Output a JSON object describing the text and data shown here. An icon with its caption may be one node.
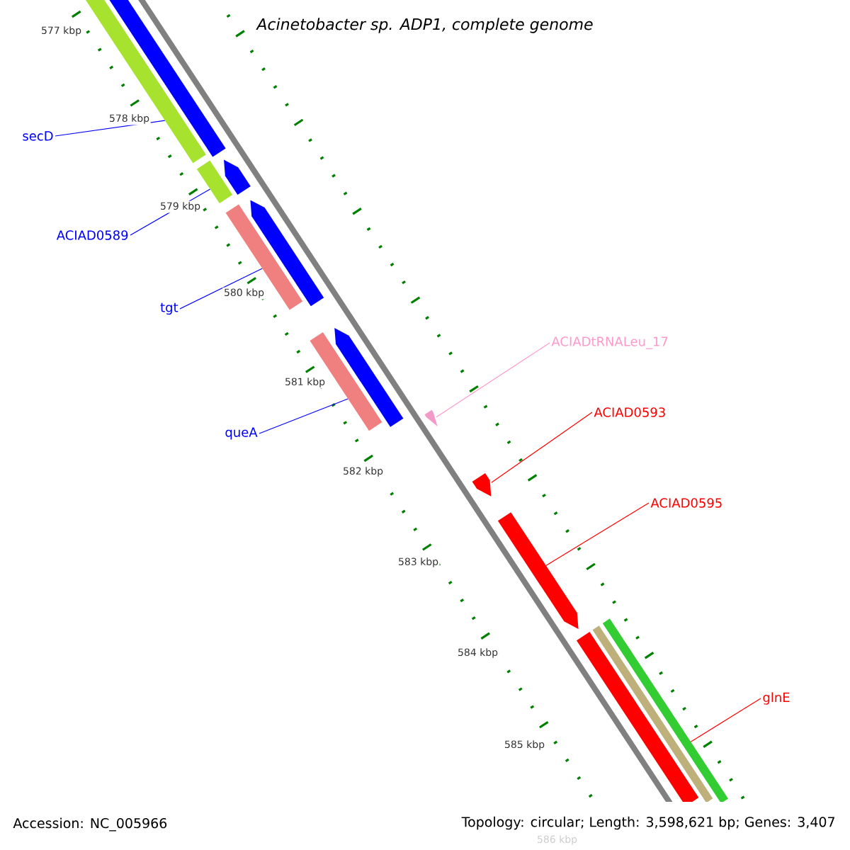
{
  "diagram": {
    "title": "Acinetobacter sp. ADP1, complete genome",
    "nodes": [
      {
        "text": [
          "secD"
        ]
      },
      {
        "text": [
          "ACIAD0589"
        ]
      },
      {
        "text": [
          "tgt"
        ]
      },
      {
        "text": [
          "queA"
        ]
      },
      {
        "text": [
          "ACIADtRNALeu_17"
        ]
      },
      {
        "text": [
          "ACIAD0593"
        ]
      },
      {
        "text": [
          "ACIAD0595"
        ]
      },
      {
        "text": [
          "glnE"
        ]
      },
      {
        "text": [],
        "shape": "bar"
      },
      {
        "text": [],
        "shape": "bar"
      },
      {
        "text": [],
        "shape": "bar"
      },
      {
        "text": [],
        "shape": "bar"
      },
      {
        "text": [],
        "shape": "arrow"
      },
      {
        "text": [],
        "shape": "arrow"
      },
      {
        "text": [],
        "shape": "arrow"
      },
      {
        "text": [],
        "shape": "bar"
      },
      {
        "text": [],
        "shape": "arrow"
      },
      {
        "text": [],
        "shape": "arrow"
      },
      {
        "text": [],
        "shape": "arrow"
      },
      {
        "text": [],
        "shape": "arrow"
      },
      {
        "text": [],
        "shape": "bar"
      },
      {
        "text": [],
        "shape": "bar"
      }
    ],
    "edges": [
      {
        "from": 0,
        "to": 8,
        "arrow": "none"
      },
      {
        "from": 1,
        "to": 9,
        "arrow": "none"
      },
      {
        "from": 2,
        "to": 10,
        "arrow": "none"
      },
      {
        "from": 3,
        "to": 11,
        "arrow": "none"
      },
      {
        "from": 4,
        "to": 12,
        "arrow": "none",
        "color": "#ff99cc"
      },
      {
        "from": 5,
        "to": 13,
        "arrow": "none",
        "color": "#ff0000"
      },
      {
        "from": 6,
        "to": 14,
        "arrow": "none",
        "color": "#ff0000"
      },
      {
        "from": 7,
        "to": 15,
        "arrow": "none",
        "color": "#ff0000"
      }
    ],
    "labels": [
      "577 kbp",
      "578 kbp",
      "579 kbp",
      "580 kbp",
      "581 kbp",
      "582 kbp",
      "583 kbp",
      "584 kbp",
      "585 kbp",
      "586 kbp",
      "Accession: NC_005966",
      "Topology: circular; Length: 3,598,621 bp; Genes: 3,407"
    ]
  }
}
